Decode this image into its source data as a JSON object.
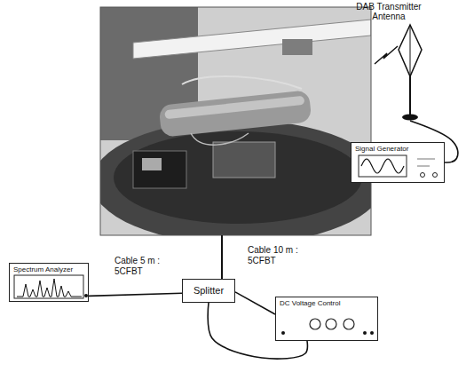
{
  "diagram": {
    "nodes": [
      {
        "text": [
          "DAB Transmitter Antenna"
        ]
      },
      {
        "text": [
          "Signal Generator"
        ]
      },
      {
        "text": [
          "Spectrum Analyzer"
        ]
      },
      {
        "text": [
          "Splitter"
        ]
      },
      {
        "text": [
          "DC Voltage Control"
        ]
      }
    ],
    "edges": [
      {
        "from": 0,
        "to": 1,
        "arrow": "none"
      },
      {
        "from": 3,
        "to": 2,
        "label": "Cable 5 m : 5CFBT",
        "arrow": "none"
      },
      {
        "from": 3,
        "to": 4,
        "arrow": "none"
      },
      {
        "from": 3,
        "to": 4,
        "arrow": "none"
      }
    ],
    "labels": [
      "Cable 10 m : 5CFBT"
    ]
  }
}
